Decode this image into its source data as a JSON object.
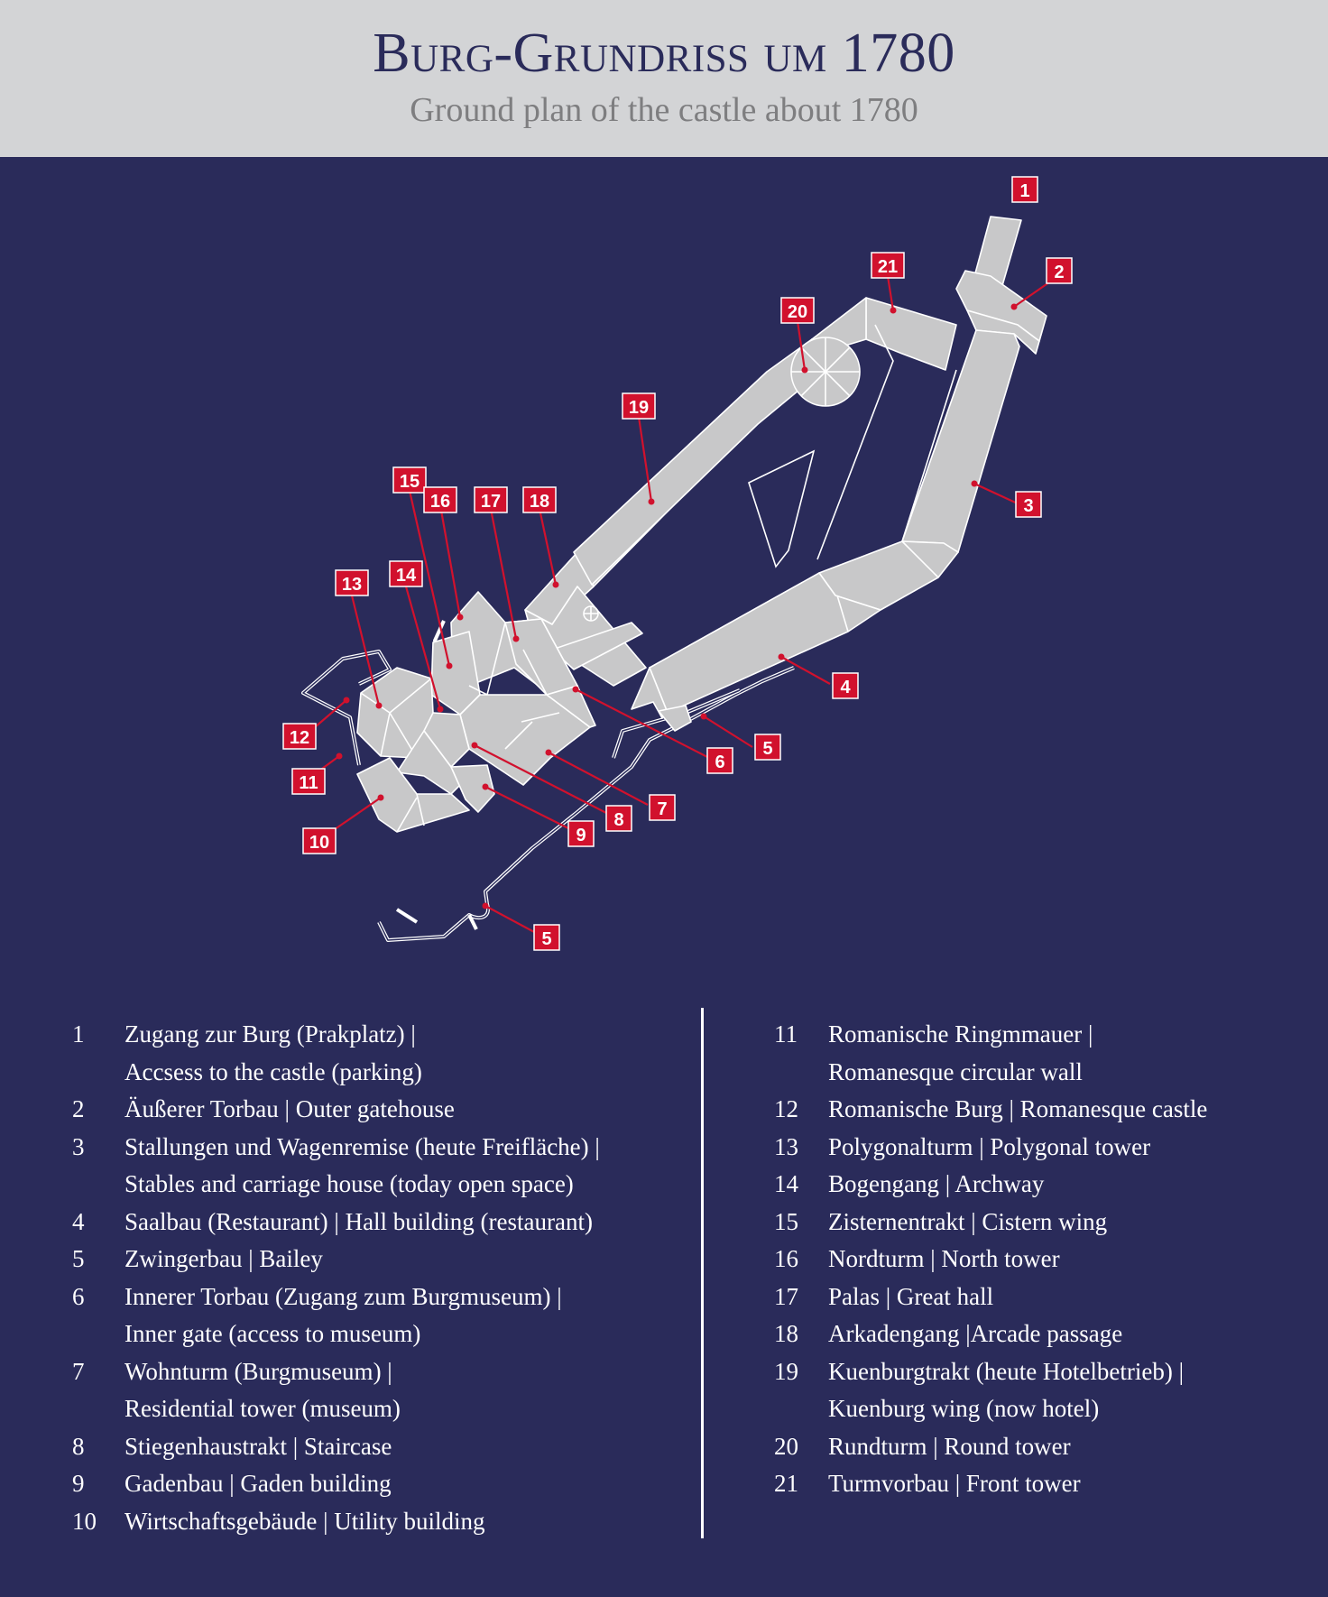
{
  "header": {
    "title": "Burg-Grundriss um 1780",
    "subtitle": "Ground plan of the castle about 1780"
  },
  "colors": {
    "background": "#2a2b5a",
    "header_background": "#d3d4d6",
    "title": "#2a2b5a",
    "subtitle": "#7e7e80",
    "marker": "#d1112d",
    "building": "#c8c8c9"
  },
  "markers": [
    "1",
    "2",
    "3",
    "4",
    "5",
    "6",
    "7",
    "8",
    "9",
    "10",
    "11",
    "12",
    "13",
    "14",
    "15",
    "16",
    "17",
    "18",
    "19",
    "20",
    "21",
    "5"
  ],
  "legend_left": [
    {
      "num": "1",
      "lines": [
        "Zugang zur Burg (Prakplatz) |",
        "Accsess to the castle (parking)"
      ]
    },
    {
      "num": "2",
      "lines": [
        "Äußerer Torbau | Outer gatehouse"
      ]
    },
    {
      "num": "3",
      "lines": [
        "Stallungen und Wagenremise (heute Freifläche) |",
        "Stables and carriage house (today open space)"
      ]
    },
    {
      "num": "4",
      "lines": [
        "Saalbau (Restaurant) | Hall building (restaurant)"
      ]
    },
    {
      "num": "5",
      "lines": [
        "Zwingerbau | Bailey"
      ]
    },
    {
      "num": "6",
      "lines": [
        "Innerer Torbau (Zugang zum Burgmuseum) |",
        "Inner gate (access to museum)"
      ]
    },
    {
      "num": "7",
      "lines": [
        "Wohnturm (Burgmuseum) |",
        " Residential tower (museum)"
      ]
    },
    {
      "num": "8",
      "lines": [
        "Stiegenhaustrakt | Staircase"
      ]
    },
    {
      "num": "9",
      "lines": [
        "Gadenbau | Gaden building"
      ]
    },
    {
      "num": "10",
      "lines": [
        "Wirtschaftsgebäude | Utility building"
      ]
    }
  ],
  "legend_right": [
    {
      "num": "11",
      "lines": [
        "Romanische Ringmmauer |",
        "Romanesque circular wall"
      ]
    },
    {
      "num": "12",
      "lines": [
        "Romanische Burg | Romanesque castle"
      ]
    },
    {
      "num": "13",
      "lines": [
        "Polygonalturm | Polygonal tower"
      ]
    },
    {
      "num": "14",
      "lines": [
        "Bogengang | Archway"
      ]
    },
    {
      "num": "15",
      "lines": [
        "Zisternentrakt | Cistern wing"
      ]
    },
    {
      "num": "16",
      "lines": [
        "Nordturm | North tower"
      ]
    },
    {
      "num": "17",
      "lines": [
        "Palas | Great hall"
      ]
    },
    {
      "num": "18",
      "lines": [
        "Arkadengang |Arcade passage"
      ]
    },
    {
      "num": "19",
      "lines": [
        "Kuenburgtrakt (heute Hotelbetrieb) |",
        "Kuenburg wing (now hotel)"
      ]
    },
    {
      "num": "20",
      "lines": [
        "Rundturm | Round tower"
      ]
    },
    {
      "num": "21",
      "lines": [
        "Turmvorbau | Front tower"
      ]
    }
  ]
}
